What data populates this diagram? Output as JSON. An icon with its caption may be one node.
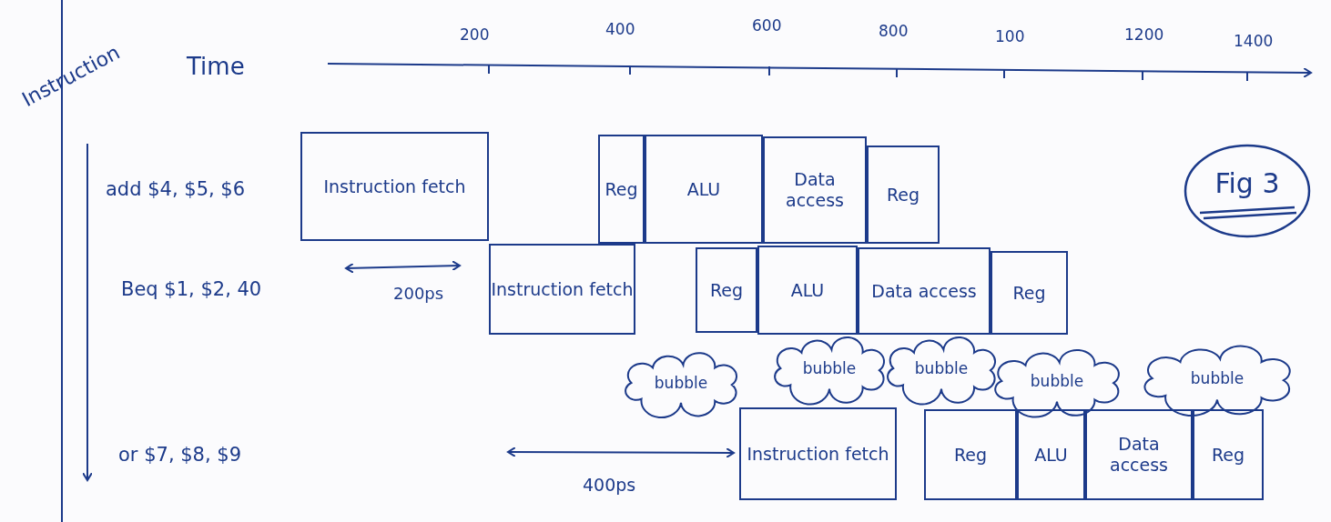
{
  "diagram": {
    "nodes": [
      {
        "text": [
          "Instruction fetch"
        ]
      },
      {
        "text": [
          "Reg"
        ]
      },
      {
        "text": [
          "ALU"
        ]
      },
      {
        "text": [
          "Data access"
        ]
      },
      {
        "text": [
          "Reg"
        ]
      },
      {
        "text": [
          "Instruction fetch"
        ]
      },
      {
        "text": [
          "Reg"
        ]
      },
      {
        "text": [
          "ALU"
        ]
      },
      {
        "text": [
          "Data access"
        ]
      },
      {
        "text": [
          "Reg"
        ]
      },
      {
        "text": [
          "bubble"
        ]
      },
      {
        "text": [
          "bubble"
        ]
      },
      {
        "text": [
          "bubble"
        ]
      },
      {
        "text": [
          "bubble"
        ]
      },
      {
        "text": [
          "bubble"
        ]
      },
      {
        "text": [
          "Instruction fetch"
        ]
      },
      {
        "text": [
          "Reg"
        ]
      },
      {
        "text": [
          "ALU"
        ]
      },
      {
        "text": [
          "Data access"
        ]
      },
      {
        "text": [
          "Reg"
        ]
      },
      {
        "text": [
          "Fig 3"
        ]
      }
    ],
    "labels": [
      "Instruction",
      "Time",
      "200",
      "400",
      "600",
      "800",
      "100",
      "1200",
      "1400",
      "add $4, $5, $6",
      "Beq $1, $2, 40",
      "200ps",
      "or $7, $8, $9",
      "400ps"
    ]
  }
}
